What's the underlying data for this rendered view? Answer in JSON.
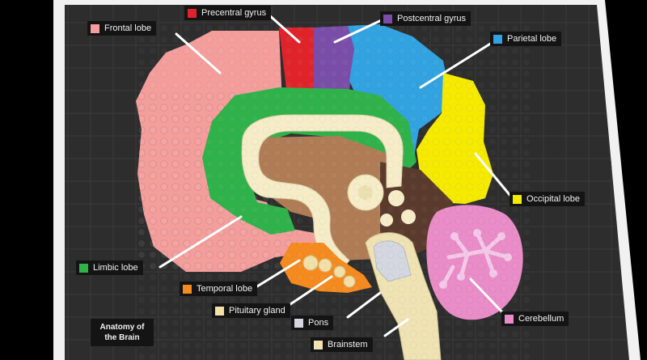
{
  "title": "Anatomy of the Brain",
  "title_lines": [
    "Anatomy of",
    "the Brain"
  ],
  "labels": [
    {
      "id": "frontal",
      "text": "Frontal lobe",
      "color": "#f49e9c"
    },
    {
      "id": "precentral",
      "text": "Precentral gyrus",
      "color": "#e0232b"
    },
    {
      "id": "postcentral",
      "text": "Postcentral gyrus",
      "color": "#7a4ea8"
    },
    {
      "id": "parietal",
      "text": "Parietal lobe",
      "color": "#32a3e0"
    },
    {
      "id": "occipital",
      "text": "Occipital lobe",
      "color": "#f5ea00"
    },
    {
      "id": "limbic",
      "text": "Limbic lobe",
      "color": "#30b24b"
    },
    {
      "id": "temporal",
      "text": "Temporal lobe",
      "color": "#f58a1f"
    },
    {
      "id": "pituitary",
      "text": "Pituitary gland",
      "color": "#f3e0a8"
    },
    {
      "id": "pons",
      "text": "Pons",
      "color": "#d4d7df"
    },
    {
      "id": "cerebellum",
      "text": "Cerebellum",
      "color": "#e98cc7"
    },
    {
      "id": "brainstem",
      "text": "Brainstem",
      "color": "#f0e3b3"
    }
  ],
  "colors": {
    "background": "#000000",
    "frame": "#f2f2f2",
    "board": "#2e2e2e",
    "corpus_callosum": "#f6edc8",
    "inner_brown": "#b07c55",
    "dark_brown": "#5a3a2c",
    "cerebellum_light": "#f4c8e8",
    "leader_line": "#ffffff"
  }
}
